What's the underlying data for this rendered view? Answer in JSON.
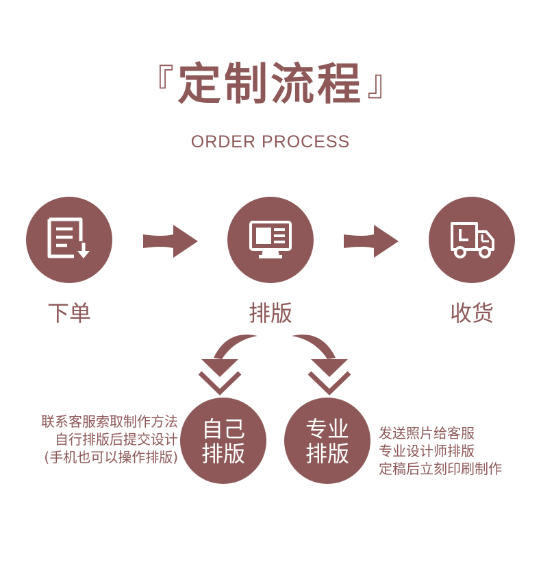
{
  "title": {
    "left_bracket": "『",
    "text": "定制流程",
    "right_bracket": "』"
  },
  "subtitle": "ORDER PROCESS",
  "steps": [
    {
      "label": "下单",
      "icon": "order-document-icon"
    },
    {
      "label": "排版",
      "icon": "monitor-layout-icon"
    },
    {
      "label": "收货",
      "icon": "delivery-truck-icon"
    }
  ],
  "options": [
    {
      "circle_label": [
        "自己",
        "排版"
      ],
      "description": [
        "联系客服索取制作方法",
        "自行排版后提交设计",
        "(手机也可以操作排版)"
      ]
    },
    {
      "circle_label": [
        "专业",
        "排版"
      ],
      "description": [
        "发送照片给客服",
        "专业设计师排版",
        "定稿后立刻印刷制作"
      ]
    }
  ],
  "colors": {
    "accent": "#8e5858",
    "background": "#ffffff",
    "icon": "#ffffff"
  }
}
